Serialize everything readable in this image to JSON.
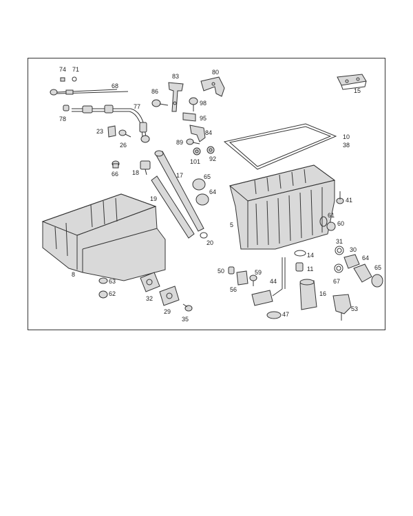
{
  "diagram": {
    "labels": [
      {
        "id": "74",
        "text": "74"
      },
      {
        "id": "71",
        "text": "71"
      },
      {
        "id": "68",
        "text": "68"
      },
      {
        "id": "77",
        "text": "77"
      },
      {
        "id": "78",
        "text": "78"
      },
      {
        "id": "23",
        "text": "23"
      },
      {
        "id": "26",
        "text": "26"
      },
      {
        "id": "83",
        "text": "83"
      },
      {
        "id": "86",
        "text": "86"
      },
      {
        "id": "80",
        "text": "80"
      },
      {
        "id": "98",
        "text": "98"
      },
      {
        "id": "95",
        "text": "95"
      },
      {
        "id": "84",
        "text": "84"
      },
      {
        "id": "89",
        "text": "89"
      },
      {
        "id": "101",
        "text": "101"
      },
      {
        "id": "92",
        "text": "92"
      },
      {
        "id": "15",
        "text": "15"
      },
      {
        "id": "10",
        "text": "10"
      },
      {
        "id": "38",
        "text": "38"
      },
      {
        "id": "66",
        "text": "66"
      },
      {
        "id": "18",
        "text": "18"
      },
      {
        "id": "17",
        "text": "17"
      },
      {
        "id": "65a",
        "text": "65"
      },
      {
        "id": "64a",
        "text": "64"
      },
      {
        "id": "19",
        "text": "19"
      },
      {
        "id": "41",
        "text": "41"
      },
      {
        "id": "5",
        "text": "5"
      },
      {
        "id": "61",
        "text": "61"
      },
      {
        "id": "60",
        "text": "60"
      },
      {
        "id": "20",
        "text": "20"
      },
      {
        "id": "31",
        "text": "31"
      },
      {
        "id": "30",
        "text": "30"
      },
      {
        "id": "64b",
        "text": "64"
      },
      {
        "id": "65b",
        "text": "65"
      },
      {
        "id": "14",
        "text": "14"
      },
      {
        "id": "11",
        "text": "11"
      },
      {
        "id": "67",
        "text": "67"
      },
      {
        "id": "8",
        "text": "8"
      },
      {
        "id": "50",
        "text": "50"
      },
      {
        "id": "59",
        "text": "59"
      },
      {
        "id": "56",
        "text": "56"
      },
      {
        "id": "44",
        "text": "44"
      },
      {
        "id": "63",
        "text": "63"
      },
      {
        "id": "62",
        "text": "62"
      },
      {
        "id": "32",
        "text": "32"
      },
      {
        "id": "16",
        "text": "16"
      },
      {
        "id": "53",
        "text": "53"
      },
      {
        "id": "29",
        "text": "29"
      },
      {
        "id": "47",
        "text": "47"
      },
      {
        "id": "35",
        "text": "35"
      }
    ]
  }
}
